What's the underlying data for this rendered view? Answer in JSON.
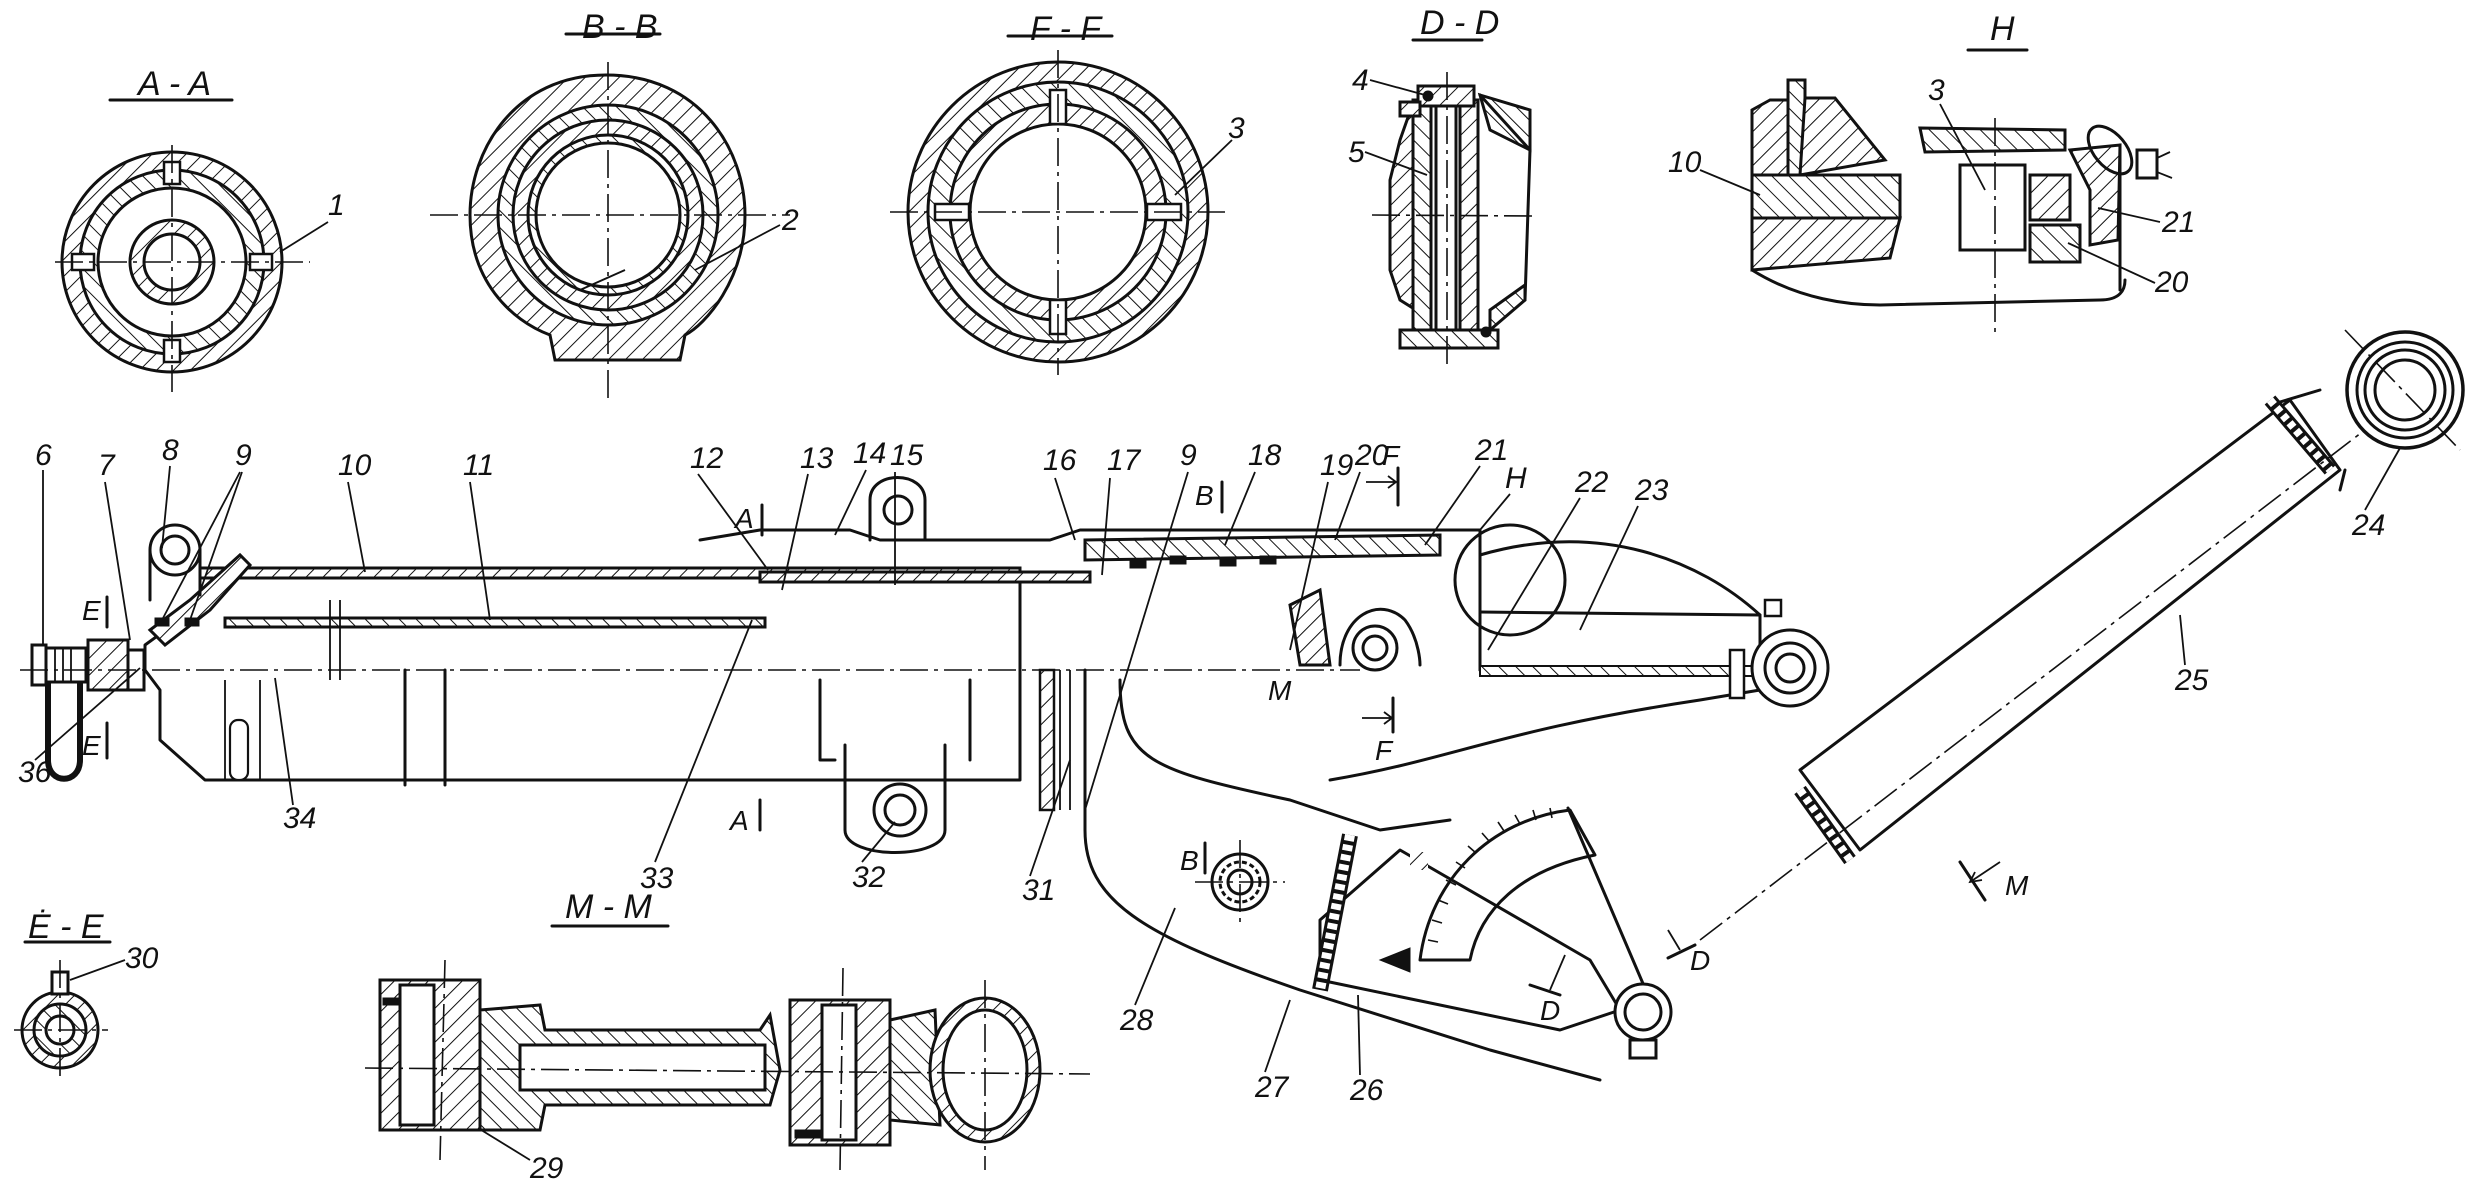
{
  "drawing": {
    "subject": "Towing hitch / drawbar assembly — technical section drawing",
    "ink_color": "#111111",
    "paper_color": "#ffffff"
  },
  "section_views": [
    {
      "id": "AA",
      "title": "A - A",
      "callouts": [
        "1"
      ]
    },
    {
      "id": "BB",
      "title": "B - B",
      "callouts": [
        "2"
      ]
    },
    {
      "id": "FF",
      "title": "F - F",
      "callouts": [
        "3"
      ]
    },
    {
      "id": "DD",
      "title": "D - D",
      "callouts": [
        "4",
        "5"
      ]
    },
    {
      "id": "H",
      "title": "H",
      "callouts": [
        "10",
        "3",
        "21",
        "20"
      ]
    },
    {
      "id": "EE",
      "title": "Ė - E",
      "callouts": [
        "30"
      ]
    },
    {
      "id": "MM",
      "title": "M - M",
      "callouts": [
        "29"
      ]
    }
  ],
  "main_view": {
    "callouts_top": [
      "6",
      "7",
      "8",
      "9",
      "10",
      "11",
      "12",
      "13",
      "14",
      "15",
      "16",
      "17",
      "9",
      "18",
      "19",
      "20",
      "21",
      "H",
      "22",
      "23"
    ],
    "callouts_bottom": [
      "36",
      "34",
      "33",
      "32",
      "31",
      "28",
      "27",
      "26"
    ],
    "callouts_right": [
      "24",
      "25"
    ],
    "section_markers": {
      "A_top": "A",
      "A_bottom": "A",
      "B_top": "B",
      "B_bottom": "B",
      "E_top": "E",
      "E_bottom": "E",
      "F_top": "F",
      "F_bottom": "F",
      "M_main": "M",
      "M_arm": "M",
      "D_left": "D",
      "D_right": "D"
    }
  }
}
